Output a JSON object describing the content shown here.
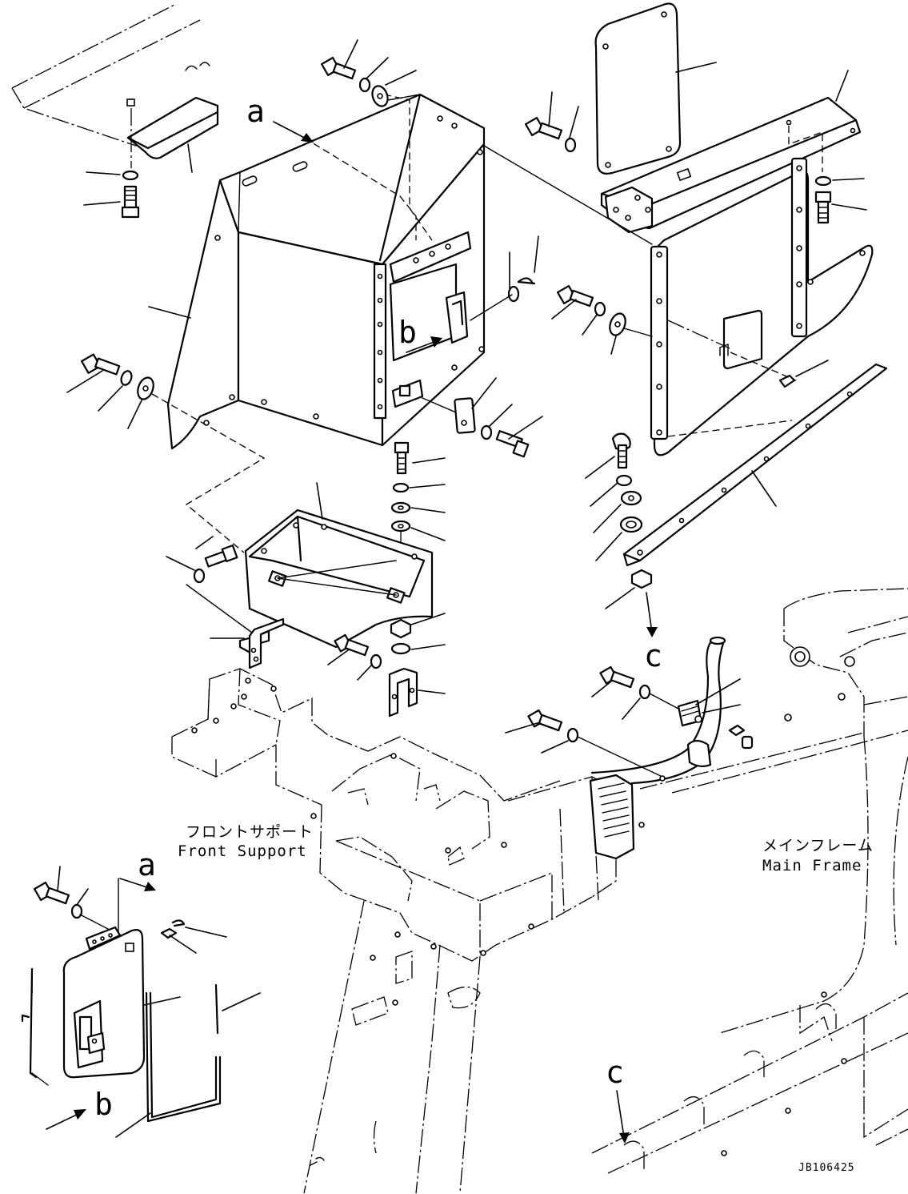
{
  "labels": {
    "front_support_jp": "フロントサポート",
    "front_support_en": "Front Support",
    "main_frame_jp": "メインフレーム",
    "main_frame_en": "Main Frame",
    "view_a": "a",
    "view_b": "b",
    "view_c": "c",
    "drawing_code": "JB106425"
  }
}
